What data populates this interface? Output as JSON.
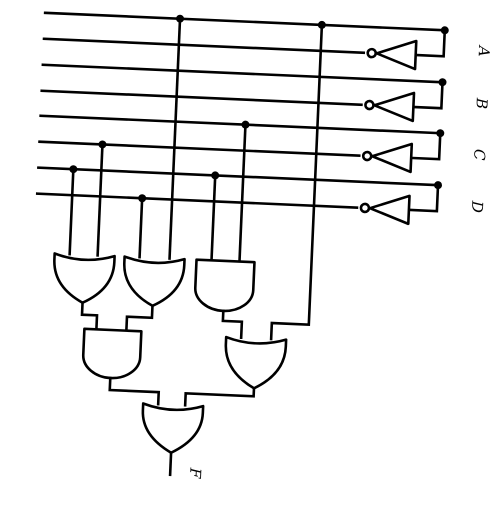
{
  "diagram": {
    "inputs": [
      {
        "name": "A"
      },
      {
        "name": "B"
      },
      {
        "name": "C"
      },
      {
        "name": "D"
      }
    ],
    "output": {
      "name": "F"
    }
  }
}
